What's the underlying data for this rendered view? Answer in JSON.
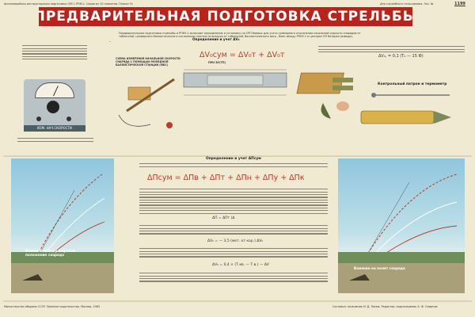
{
  "header": {
    "left_note": "Артиллерийско-инструкторская подготовка (ОВ 1 РПМ-1. Серия из 10 плакатов. Плакат 9)",
    "title": "ПРЕДВАРИТЕЛЬНАЯ ПОДГОТОВКА СТРЕЛЬБЫ",
    "right_note": "Для служебного пользования. Экз. №",
    "serial_no": "1199"
  },
  "top_section": {
    "intro_text": "Предварительная подготовка стрельбы в РПКУ-1 включает определение и установку на СРП боевых для учета суммарного отклонения начальной скорости снарядов от табличной, суммарного баллистического отклонения плотности воздуха от табличной, баллистического веса , боек между РПКУ-1 и центром ОП батареи (взвода).",
    "v_heading": "Определение и учет ΔV₀",
    "v_formula": "ΔV₀сум = ΔV₀т + ΔV₀т",
    "diagram_label": "СХЕМА ИЗМЕРЕНИЯ НАЧАЛЬНОЙ СКОРОСТИ СНАРЯДА С ПОМОЩЬЮ МОЛЕДНОЙ БАЛЛИСТИЧЕСКОЙ СТАНЦИИ (МБС)",
    "bore_label": "ПРИ ЗУ(ТП)",
    "meter_label": "ИЗМ. НАЧ.СКОРОСТИ",
    "right_formula": "ΔV₀, = 0,1 (T₀ — 15 Ф)",
    "cartridge_label": "Контрольный патрон и термометр"
  },
  "bottom_section": {
    "p_heading": "Определение и учет ΔΠсум",
    "p_formula": "ΔΠсум = ΔΠв + ΔΠт + ΔΠн + ΔΠу + ΔΠк",
    "mid_formula_1": "ΔΠ = ΔΠт (Δ",
    "mid_formula_2": "ΔV₀ = — 3,5 (мет. от кор.) ΔV₀",
    "mid_formula_3": "ΔV₀ = 0,4 × (Т.кв. — Т.в.) — ΔV",
    "left_caption": "Влияние на носу шариков положение снаряда",
    "right_caption": "Влияние на полет снаряда"
  },
  "footer": {
    "left": "Министерство обороны СССР. Военное издательство. Москва, 1983",
    "right": "Составил: полковник И. Д. Панов. Редактор: подполковник А. Ф. Смирнов"
  },
  "colors": {
    "banner": "#b8241b",
    "formula": "#c0392b",
    "paper": "#f1ead3",
    "sky": "#8fc6dd"
  }
}
